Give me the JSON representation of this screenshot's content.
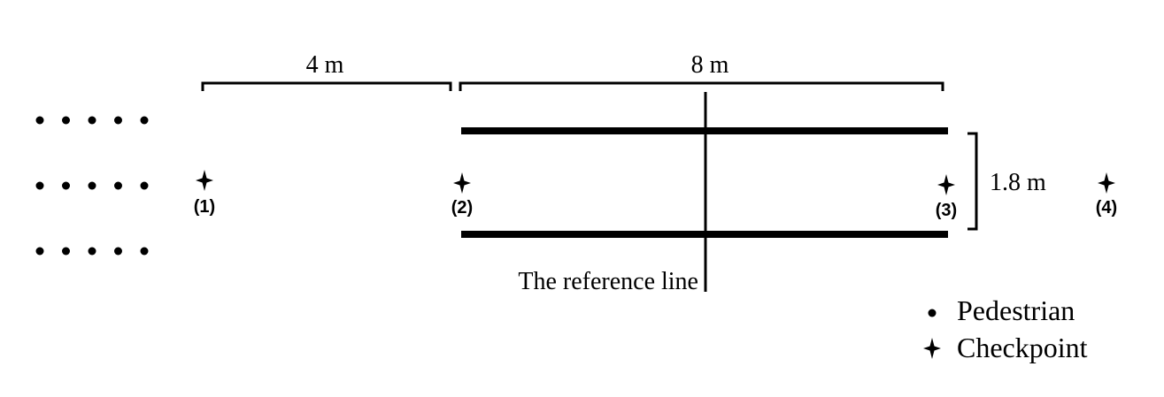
{
  "dimensions": {
    "entry_length": "4 m",
    "corridor_length": "8 m",
    "corridor_width": "1.8 m"
  },
  "reference_line": {
    "label": "The reference line"
  },
  "checkpoints": [
    {
      "label": "(1)"
    },
    {
      "label": "(2)"
    },
    {
      "label": "(3)"
    },
    {
      "label": "(4)"
    }
  ],
  "pedestrians": {
    "rows": 3,
    "per_row": 5
  },
  "legend": {
    "pedestrian": "Pedestrian",
    "checkpoint": "Checkpoint"
  },
  "colors": {
    "ink": "#000000",
    "background": "#ffffff"
  }
}
